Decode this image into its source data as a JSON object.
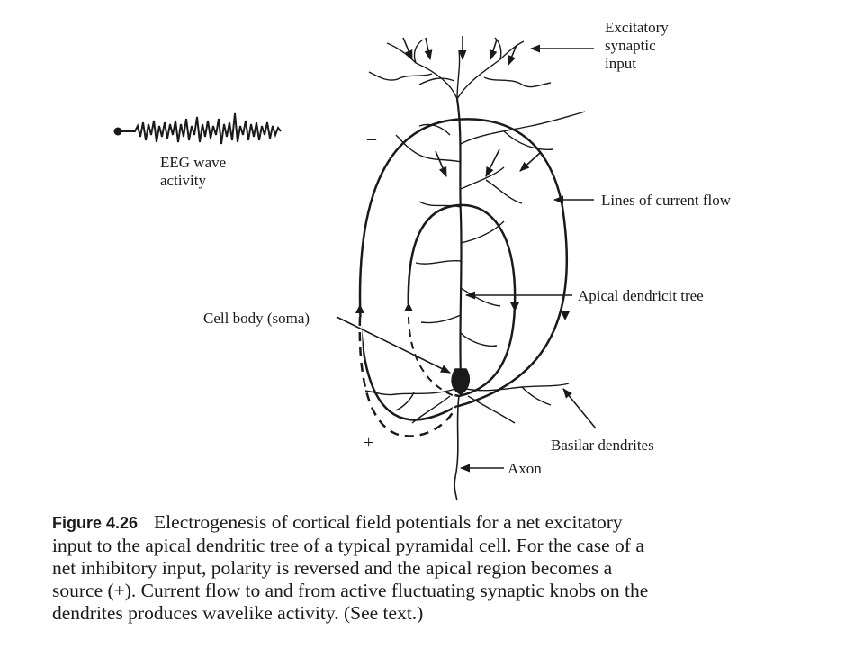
{
  "labels": {
    "excitatory_input": [
      "Excitatory",
      "synaptic",
      "input"
    ],
    "eeg_wave": [
      "EEG wave",
      "activity"
    ],
    "current_flow": "Lines of current flow",
    "apical_tree": "Apical dendricit tree",
    "cell_body": "Cell body (soma)",
    "basilar_dendrites": "Basilar dendrites",
    "axon": "Axon",
    "minus_sign": "–",
    "plus_sign": "+"
  },
  "caption": {
    "figure_label": "Figure 4.26",
    "lines": [
      "Electrogenesis of cortical field potentials for a net excitatory",
      "input to the apical dendritic tree of a typical pyramidal cell. For the case of a",
      "net inhibitory input, polarity is reversed and the apical region becomes a",
      "source (+). Current flow to and from active fluctuating synaptic knobs on the",
      "dendrites produces wavelike activity. (See text.)"
    ]
  }
}
